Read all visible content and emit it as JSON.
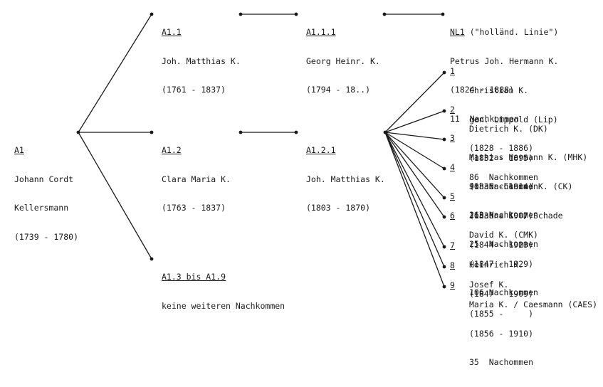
{
  "root": {
    "id": "A1",
    "lines": [
      "Johann Cordt",
      "Kellersmann",
      "(1739 - 1780)"
    ]
  },
  "level1": [
    {
      "id": "A1.1",
      "lines": [
        "Joh. Matthias K.",
        "(1761 - 1837)"
      ]
    },
    {
      "id": "A1.2",
      "lines": [
        "Clara Maria K.",
        "(1763 - 1837)"
      ]
    },
    {
      "id": "A1.3 bis A1.9",
      "lines": [
        "keine weiteren Nachkommen"
      ]
    }
  ],
  "level2": [
    {
      "id": "A1.1.1",
      "lines": [
        "Georg Heinr. K.",
        "(1794 - 18..)"
      ]
    },
    {
      "id": "A1.2.1",
      "lines": [
        "Joh. Matthias K.",
        "(1803 - 1870)"
      ]
    }
  ],
  "nl1": {
    "id": "NL1",
    "suffix": " (\"holländ. Linie\")",
    "lines": [
      "Petrus Joh. Hermann K.",
      "(1824 - 1888)",
      "11  Nachkommen"
    ]
  },
  "children": [
    {
      "num": "1",
      "lines": [
        "Christian K.",
        "gen. Lippold (Lip)",
        "(1828 - 1886)",
        "86  Nachkommen"
      ]
    },
    {
      "num": "2",
      "lines": [
        "Dietrich K. (DK)",
        "(1832 - 1895)",
        "90  Nachkommen"
      ]
    },
    {
      "num": "3",
      "lines": [
        "Mathias Hermann K. (MHK)",
        "(1836 - 1914)",
        "263 Nachkommen"
      ]
    },
    {
      "num": "4",
      "lines": [
        "Johann Conrad K. (CK)",
        "(1838 - 1907)",
        "25  Nachkommen"
      ]
    },
    {
      "num": "5",
      "lines": [
        "Johanna K. / Schade",
        "(1844 - 1923)"
      ]
    },
    {
      "num": "6",
      "lines": [
        "David K. (CMK)",
        "(1847 - 1929)",
        "106 Nachkommen"
      ]
    },
    {
      "num": "7",
      "lines": [
        "Heinrich K.",
        "(1847 - 1909)"
      ]
    },
    {
      "num": "8",
      "lines": [
        "Josef K.",
        "(1855 -     )"
      ]
    },
    {
      "num": "9",
      "lines": [
        "Maria K. / Caesmann (CAES)",
        "(1856 - 1910)",
        "35  Nachommen"
      ]
    }
  ]
}
